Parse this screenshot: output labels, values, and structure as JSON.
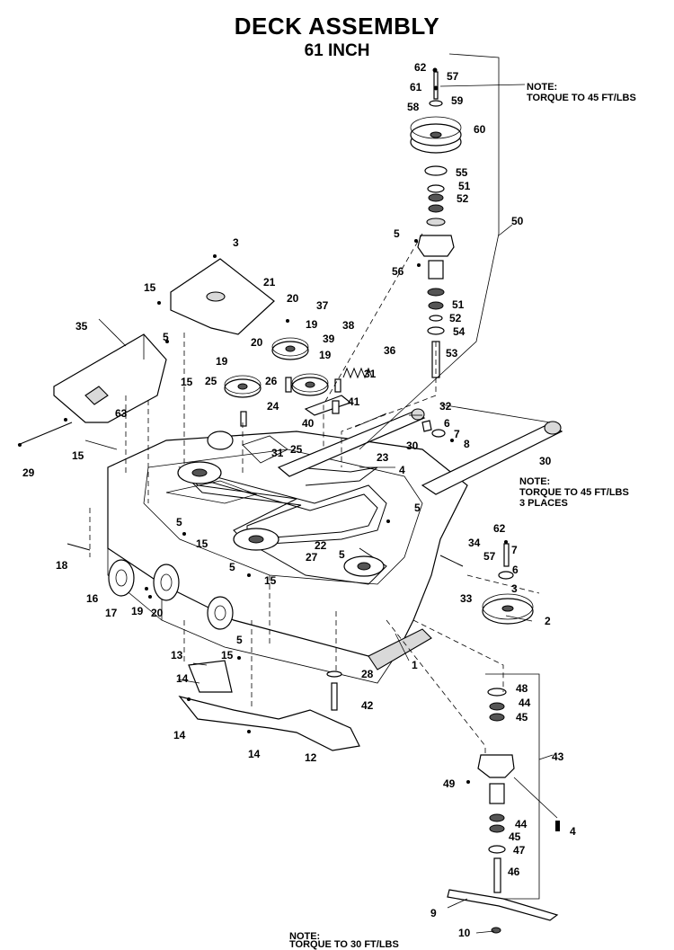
{
  "title": "DECK ASSEMBLY",
  "subtitle": "61 INCH",
  "notes": {
    "top": [
      "NOTE:",
      "TORQUE TO 45 FT/LBS"
    ],
    "right": [
      "NOTE:",
      "TORQUE TO 45 FT/LBS",
      "3 PLACES"
    ],
    "bottom": [
      "NOTE:",
      "TORQUE TO 30 FT/LBS"
    ]
  },
  "callouts": [
    "62",
    "57",
    "61",
    "59",
    "58",
    "60",
    "55",
    "51",
    "52",
    "50",
    "5",
    "56",
    "51",
    "52",
    "54",
    "53",
    "3",
    "21",
    "15",
    "20",
    "19",
    "37",
    "38",
    "36",
    "35",
    "5",
    "39",
    "19",
    "15",
    "20",
    "19",
    "25",
    "26",
    "31",
    "24",
    "41",
    "40",
    "32",
    "6",
    "7",
    "8",
    "63",
    "25",
    "30",
    "23",
    "4",
    "30",
    "29",
    "15",
    "31",
    "5",
    "5",
    "15",
    "22",
    "27",
    "5",
    "34",
    "62",
    "7",
    "57",
    "6",
    "3",
    "2",
    "18",
    "16",
    "17",
    "19",
    "20",
    "5",
    "15",
    "33",
    "1",
    "13",
    "5",
    "15",
    "14",
    "28",
    "42",
    "14",
    "12",
    "14",
    "48",
    "44",
    "45",
    "43",
    "49",
    "4",
    "44",
    "45",
    "47",
    "46",
    "9",
    "10"
  ]
}
